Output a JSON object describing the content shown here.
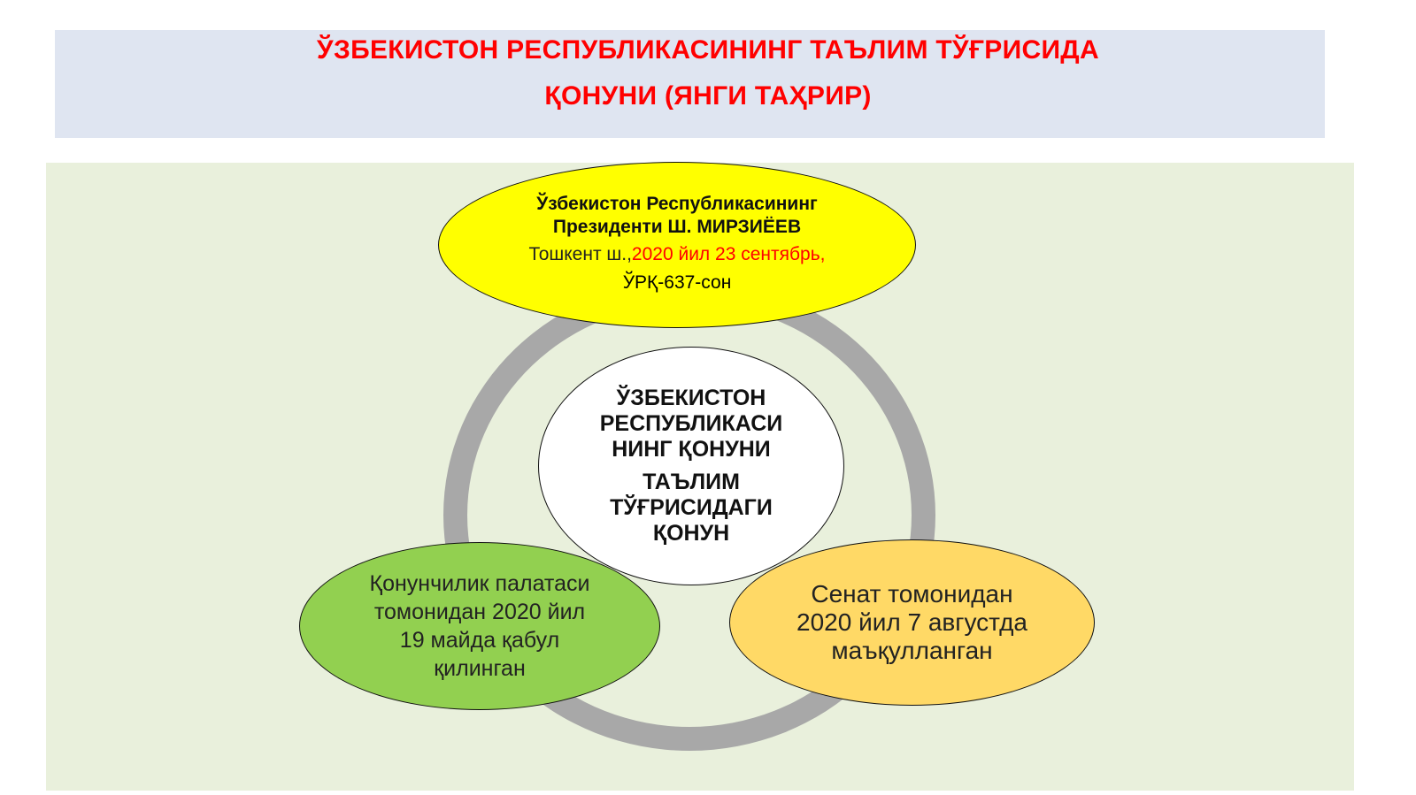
{
  "title": {
    "line1": "ЎЗБЕКИСТОН РЕСПУБЛИКАСИНИНГ ТАЪЛИМ ТЎҒРИСИДА",
    "line2": "ҚОНУНИ (ЯНГИ ТАҲРИР)"
  },
  "president": {
    "line1": "Ўзбекистон Республикасининг",
    "line2": "Президенти Ш. МИРЗИЁЕВ",
    "place": "Тошкент ш.,",
    "date": "2020 йил 23 сентябрь,",
    "number": "ЎРҚ-637-сон"
  },
  "center": {
    "line1": "ЎЗБЕКИСТОН",
    "line2": "РЕСПУБЛИКАСИ",
    "line3": "НИНГ ҚОНУНИ",
    "line4": "ТАЪЛИМ",
    "line5": "ТЎҒРИСИДАГИ",
    "line6": "ҚОНУН"
  },
  "left": {
    "line1": "Қонунчилик палатаси",
    "line2": "томонидан 2020 йил",
    "line3": "19 майда қабул",
    "line4": "қилинган"
  },
  "right": {
    "line1": "Сенат томонидан",
    "line2": "2020 йил 7 августда",
    "line3": "маъқулланган"
  },
  "colors": {
    "title": "#ff0000",
    "title_band": "#dfe5f1",
    "panel": "#e9f0dc",
    "ring": "#a8a8a8",
    "president": "#ffff00",
    "left": "#92d050",
    "right": "#ffd966",
    "center": "#ffffff"
  }
}
